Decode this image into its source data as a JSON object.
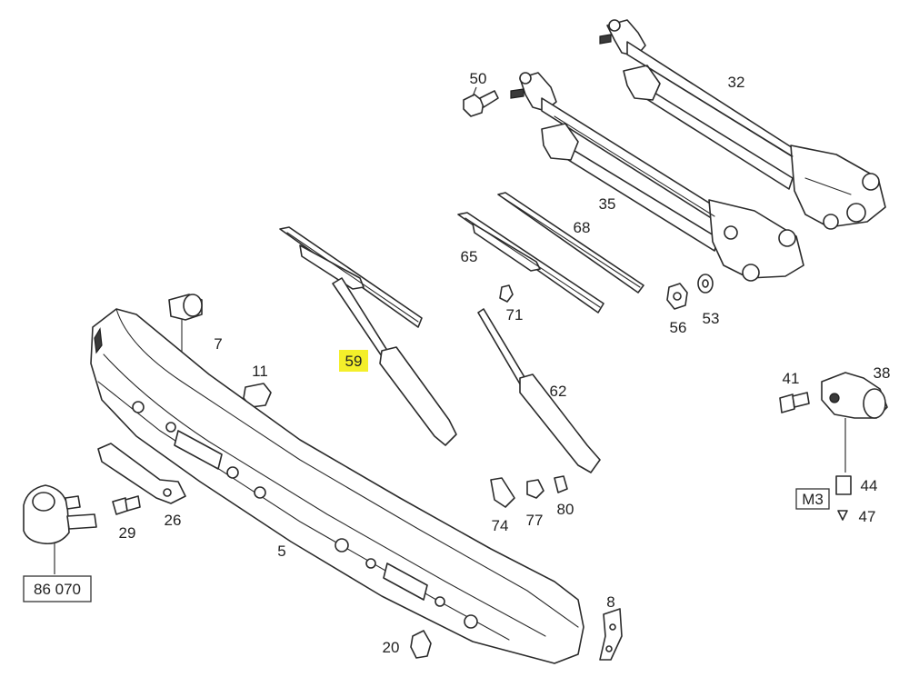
{
  "callouts": [
    {
      "id": "c50",
      "label": "50"
    },
    {
      "id": "c32",
      "label": "32"
    },
    {
      "id": "c35",
      "label": "35"
    },
    {
      "id": "c68",
      "label": "68"
    },
    {
      "id": "c65",
      "label": "65"
    },
    {
      "id": "c71",
      "label": "71"
    },
    {
      "id": "c56",
      "label": "56"
    },
    {
      "id": "c53",
      "label": "53"
    },
    {
      "id": "c7",
      "label": "7"
    },
    {
      "id": "c11",
      "label": "11"
    },
    {
      "id": "c59",
      "label": "59",
      "highlighted": true
    },
    {
      "id": "c62",
      "label": "62"
    },
    {
      "id": "c41",
      "label": "41"
    },
    {
      "id": "c38",
      "label": "38"
    },
    {
      "id": "c44",
      "label": "44"
    },
    {
      "id": "c47",
      "label": "47"
    },
    {
      "id": "c74",
      "label": "74"
    },
    {
      "id": "c77",
      "label": "77"
    },
    {
      "id": "c80",
      "label": "80"
    },
    {
      "id": "c29",
      "label": "29"
    },
    {
      "id": "c26",
      "label": "26"
    },
    {
      "id": "c5",
      "label": "5"
    },
    {
      "id": "c8",
      "label": "8"
    },
    {
      "id": "c20",
      "label": "20"
    }
  ],
  "boxes": {
    "ref_86070": "86 070",
    "ref_m3": "M3"
  },
  "colors": {
    "highlight": "#f4ef2a",
    "line": "#2b2b2b",
    "background": "#ffffff"
  }
}
